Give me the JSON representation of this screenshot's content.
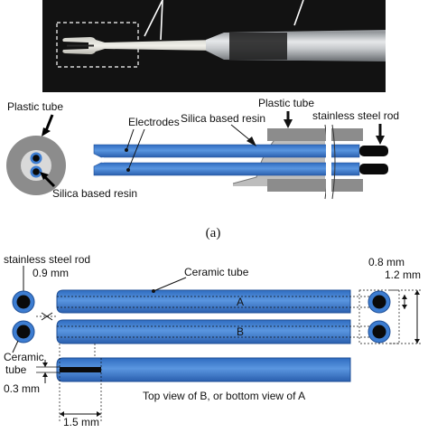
{
  "colors": {
    "photo_bg": "#0d0d0d",
    "probe_glass": "#b9bcbe",
    "ceramic_blue": "#3d7dd1",
    "ceramic_blue_dark": "#1f4f97",
    "resin_gray": "#8c8c8c",
    "steel_black": "#0a0a0a"
  },
  "photo": {
    "description_labels": []
  },
  "cross_section": {
    "plastic_tube_label": "Plastic tube",
    "silica_resin_label": "Silica based resin"
  },
  "side_view": {
    "electrodes_label": "Electrodes",
    "silica_resin_label": "Silica based resin",
    "plastic_tube_label": "Plastic tube",
    "steel_rod_label": "stainless steel rod"
  },
  "caption_a": "(a)",
  "dimension_diagram": {
    "steel_rod_label": "stainless steel rod",
    "gap_label": "0.9 mm",
    "ceramic_tube_label": "Ceramic tube",
    "ceramic_tube_left_label": "Ceramic\ntube",
    "tube_a_label": "A",
    "tube_b_label": "B",
    "rod_dia_label": "0.8 mm",
    "tube_dia_label": "1.2 mm",
    "notch_label": "0.3 mm",
    "length_label": "1.5 mm",
    "view_label": "Top view of B, or bottom view of A"
  }
}
